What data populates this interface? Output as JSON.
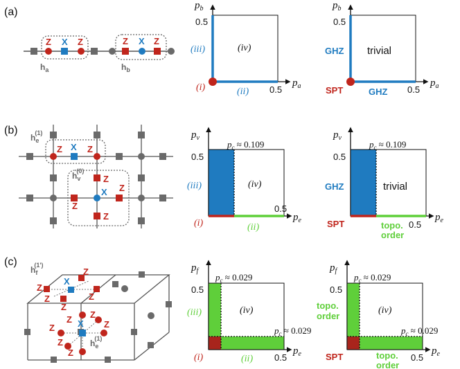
{
  "colors": {
    "red": "#c0251c",
    "blue": "#1f7bc0",
    "green": "#5fcf3a",
    "gray": "#6a6a6a",
    "dark": "#111111"
  },
  "icons": [
    "red-circle-site",
    "red-square-site",
    "blue-circle-site",
    "blue-square-site",
    "gray-circle-site",
    "gray-square-site"
  ],
  "panels": {
    "a": {
      "tag": "(a)",
      "op_z": "Z",
      "op_x": "X",
      "h_left": "h",
      "h_left_sub": "a",
      "h_right": "h",
      "h_right_sub": "b",
      "chart1": {
        "y_axis": "p",
        "y_sub": "b",
        "x_axis": "p",
        "x_sub": "a",
        "y_tick": "0.5",
        "x_tick": "0.5",
        "region_iv": "(iv)",
        "region_iii": "(iii)",
        "region_ii": "(ii)",
        "region_i": "(i)"
      },
      "chart2": {
        "y_axis": "p",
        "y_sub": "b",
        "x_axis": "p",
        "x_sub": "a",
        "y_tick": "0.5",
        "x_tick": "0.5",
        "center_label": "trivial",
        "left_label": "GHZ",
        "bottom_label": "GHZ",
        "corner_label": "SPT"
      }
    },
    "b": {
      "tag": "(b)",
      "op_z": "Z",
      "op_x": "X",
      "he": "h",
      "he_sub": "e",
      "he_sup": "(1)",
      "hv": "h",
      "hv_sub": "v",
      "hv_sup": "(0)",
      "chart1": {
        "y_axis": "p",
        "y_sub": "v",
        "x_axis": "p",
        "x_sub": "e",
        "y_tick": "0.5",
        "x_tick": "0.5",
        "pc_label": "p",
        "pc_sub": "c",
        "pc_val": " ≈ 0.109",
        "region_iv": "(iv)",
        "region_iii": "(iii)",
        "region_ii": "(ii)",
        "region_i": "(i)"
      },
      "chart2": {
        "y_axis": "p",
        "y_sub": "v",
        "x_axis": "p",
        "x_sub": "e",
        "y_tick": "0.5",
        "x_tick": "0.5",
        "pc_label": "p",
        "pc_sub": "c",
        "pc_val": " ≈ 0.109",
        "center_label": "trivial",
        "left_label": "GHZ",
        "corner_label": "SPT",
        "bottom_label_1": "topo.",
        "bottom_label_2": "order"
      }
    },
    "c": {
      "tag": "(c)",
      "op_z": "Z",
      "op_x": "X",
      "hf": "h",
      "hf_sub": "f",
      "hf_sup": "(1')",
      "he": "h",
      "he_sub": "e",
      "he_sup": "(1)",
      "chart1": {
        "y_axis": "p",
        "y_sub": "f",
        "x_axis": "p",
        "x_sub": "e",
        "y_tick": "0.5",
        "x_tick": "0.5",
        "pc_label": "p",
        "pc_sub": "c",
        "pc_val": " ≈ 0.029",
        "region_iv": "(iv)",
        "region_iii": "(iii)",
        "region_ii": "(ii)",
        "region_i": "(i)"
      },
      "chart2": {
        "y_axis": "p",
        "y_sub": "f",
        "x_axis": "p",
        "x_sub": "e",
        "y_tick": "0.5",
        "x_tick": "0.5",
        "pc_label": "p",
        "pc_sub": "c",
        "pc_val": " ≈ 0.029",
        "center_label": "(iv)",
        "left_label_1": "topo.",
        "left_label_2": "order",
        "corner_label": "SPT",
        "bottom_label_1": "topo.",
        "bottom_label_2": "order"
      }
    }
  }
}
